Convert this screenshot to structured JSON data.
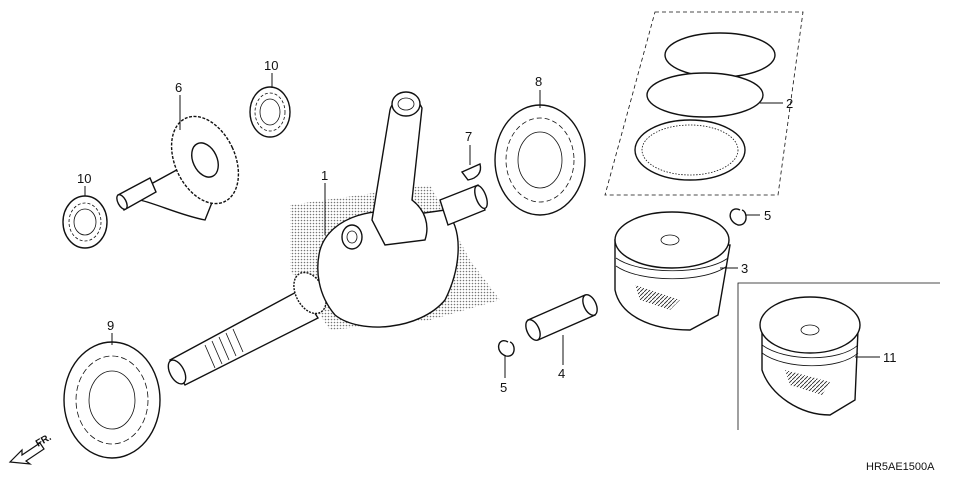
{
  "diagram": {
    "parts": [
      {
        "id": "p1",
        "number": "1"
      },
      {
        "id": "p2",
        "number": "2"
      },
      {
        "id": "p3",
        "number": "3"
      },
      {
        "id": "p4",
        "number": "4"
      },
      {
        "id": "p5a",
        "number": "5"
      },
      {
        "id": "p5b",
        "number": "5"
      },
      {
        "id": "p6",
        "number": "6"
      },
      {
        "id": "p7",
        "number": "7"
      },
      {
        "id": "p8",
        "number": "8"
      },
      {
        "id": "p9",
        "number": "9"
      },
      {
        "id": "p10a",
        "number": "10"
      },
      {
        "id": "p10b",
        "number": "10"
      },
      {
        "id": "p11",
        "number": "11"
      }
    ],
    "front_indicator": "FR.",
    "diagram_code": "HR5AE1500A",
    "colors": {
      "line": "#111111",
      "background": "#ffffff",
      "shade": "#bbbbbb"
    }
  }
}
